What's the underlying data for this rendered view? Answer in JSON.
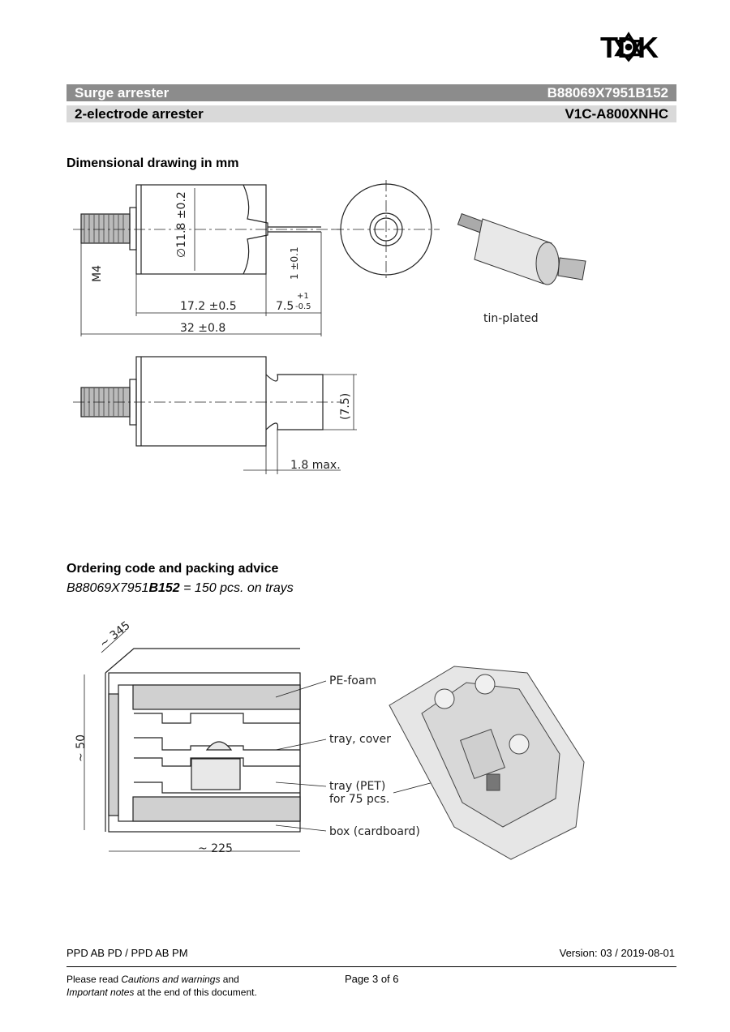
{
  "header": {
    "brand": "TDK",
    "product": "Surge arrester",
    "part_number": "B88069X7951B152",
    "subtitle": "2-electrode arrester",
    "type_code": "V1C-A800XNHC"
  },
  "section1": {
    "title": "Dimensional drawing in mm",
    "labels": {
      "diameter": "∅11.8 ±0.2",
      "thread": "M4",
      "pin": "1 ±0.1",
      "len1": "17.2 ±0.5",
      "len2": "7.5",
      "len2_tol_plus": "+1",
      "len2_tol_minus": "-0.5",
      "total": "32 ±0.8",
      "finish": "tin-plated",
      "tab_width": "(7.5)",
      "tab_max": "1.8 max."
    }
  },
  "section2": {
    "title": "Ordering code and packing advice",
    "code_prefix": "B88069X7951",
    "code_bold": "B152",
    "code_suffix": " = 150 pcs. on trays",
    "labels": {
      "depth": "~ 345",
      "height": "~ 50",
      "width": "~ 225",
      "foam": "PE-foam",
      "cover": "tray, cover",
      "tray1": "tray (PET)",
      "tray2": "for 75 pcs.",
      "box": "box (cardboard)"
    }
  },
  "footer": {
    "left": "PPD AB PD / PPD AB PM",
    "version": "Version: 03 / 2019-08-01",
    "note_line1_a": "Please read ",
    "note_line1_b": "Cautions and warnings",
    "note_line1_c": " and",
    "note_line2_a": "Important notes",
    "note_line2_b": " at the end of this document.",
    "page": "Page 3 of 6"
  }
}
